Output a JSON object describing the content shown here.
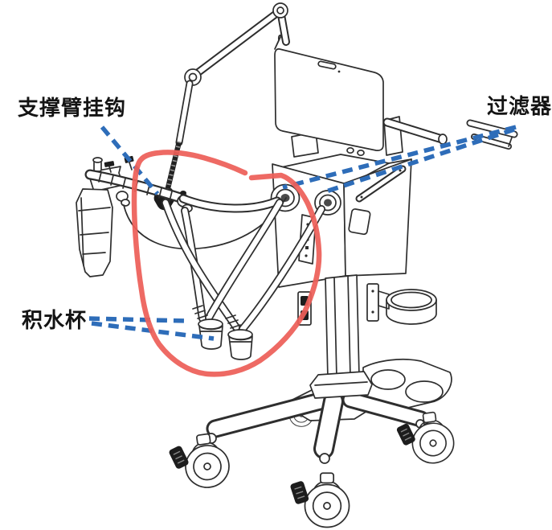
{
  "colors": {
    "leader-blue": "#2e6db9",
    "annotation-red": "#ed5f58",
    "ink": "#2e2e2e",
    "background": "#ffffff",
    "label-text": "#141414"
  },
  "callouts": {
    "support_arm_hook": {
      "label": "支撑臂挂钩",
      "target": "support-arm-hook"
    },
    "filter": {
      "label": "过滤器",
      "target": "breathing-circuit-filters"
    },
    "water_trap_cup": {
      "label": "积水杯",
      "target": "water-trap-cups"
    }
  }
}
